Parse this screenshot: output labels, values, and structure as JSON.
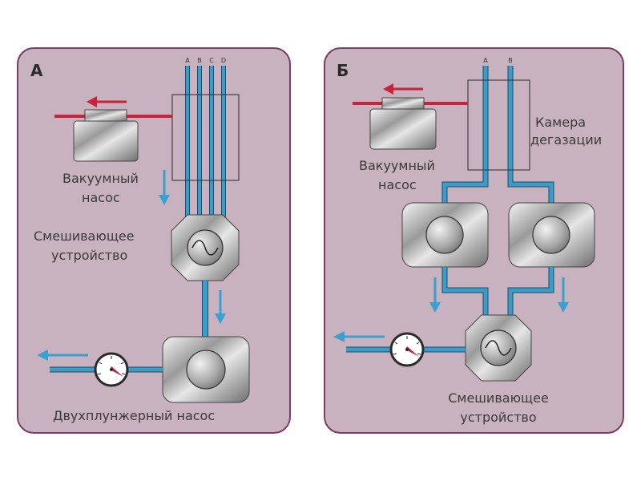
{
  "colors": {
    "panel_fill": "#c9b2bf",
    "panel_stroke": "#7b3c66",
    "tube_blue": "#3a9cc8",
    "tube_dark": "#1f4d66",
    "vacuum_red": "#c8233a",
    "arrow_blue": "#3aa0d0"
  },
  "panel_a": {
    "letter": "А",
    "channels": [
      "A",
      "B",
      "C",
      "D"
    ],
    "vacuum_pump_label": [
      "Вакуумный",
      "насос"
    ],
    "mixer_label": [
      "Смешивающее",
      "устройство"
    ],
    "pump_label": "Двухплунжерный насос"
  },
  "panel_b": {
    "letter": "Б",
    "channels": [
      "A",
      "B"
    ],
    "vacuum_pump_label": [
      "Вакуумный",
      "насос"
    ],
    "chamber_label": [
      "Камера",
      "дегазации"
    ],
    "mixer_label": [
      "Смешивающее",
      "устройство"
    ]
  },
  "icons": {
    "pressure_gauge": "pressure-gauge-icon",
    "mixer": "mixer-icon"
  }
}
